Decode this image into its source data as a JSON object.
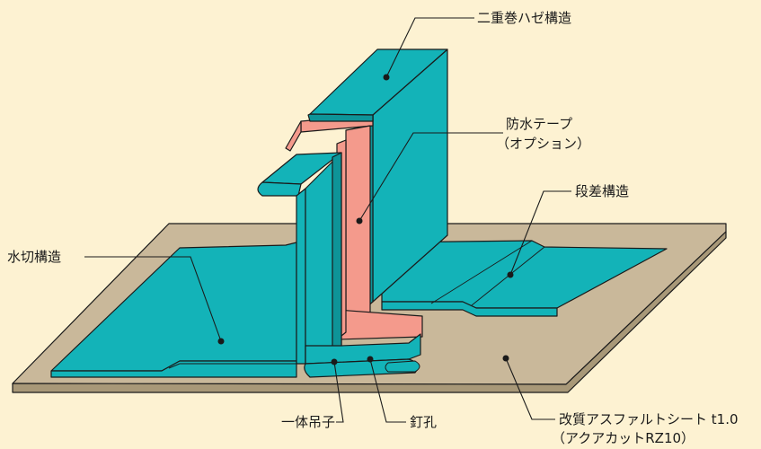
{
  "labels": {
    "double_seam": "二重巻ハゼ構造",
    "waterproof_tape": "防水テープ",
    "waterproof_tape_note": "（オプション）",
    "step_structure": "段差構造",
    "water_cut_structure": "水切構造",
    "integrated_clip": "一体吊子",
    "nail_hole": "釘孔",
    "asphalt_sheet": "改質アスファルトシート t1.0",
    "asphalt_sheet_note": "（アクアカットRZ10）"
  },
  "colors": {
    "background": "#fdf2d2",
    "sheet_metal": "#13b3b8",
    "sheet_metal_dark": "#0e9498",
    "waterproof_tape": "#f49a8c",
    "asphalt_sheet": "#c9b89a",
    "asphalt_sheet_edge": "#a89878",
    "outline": "#1a1a1a"
  }
}
